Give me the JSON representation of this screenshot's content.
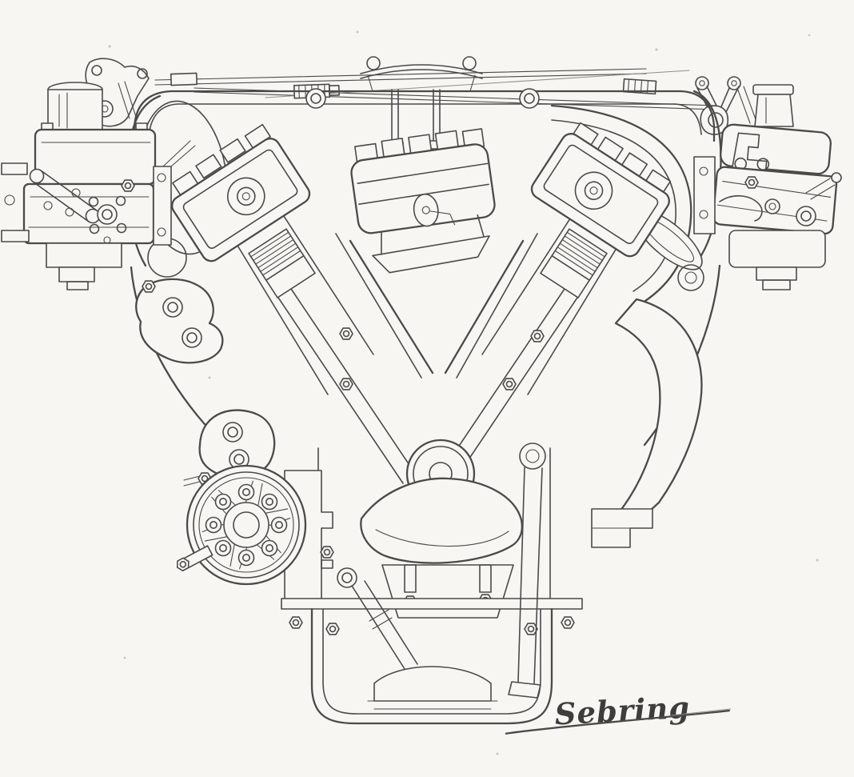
{
  "artwork": {
    "kind": "hand-drawn technical cutaway illustration",
    "subject": "V-type piston engine, front cross-section",
    "medium": "pencil and ink line drawing on paper"
  },
  "signature": {
    "text": "Sebring"
  },
  "palette": {
    "paper": "#f7f6f2",
    "ink": "#4a4a4a",
    "ink-light": "#908e89",
    "speck": "#c9c6c0"
  },
  "components": [
    "throttle-linkage-rods",
    "left-bellcrank",
    "right-bellcrank",
    "linkage-couplers",
    "intake-plenum-rail",
    "lifting-eyes",
    "plenum-grommets",
    "distributor-cap",
    "spark-plug-towers",
    "left-intake-runner",
    "right-intake-runner",
    "left-rocker-box",
    "right-rocker-box",
    "left-piston-with-rings",
    "right-piston-with-rings",
    "connecting-rods",
    "cylinder-banks",
    "camshaft-boss",
    "crankshaft-counterweight",
    "main-bearing-cap",
    "front-cover",
    "engine-mount-plate",
    "crankshaft-pulley",
    "pulley-bolt-circle",
    "fuel-pump-boss",
    "oil-pickup-tube",
    "oil-strainer",
    "oil-pan",
    "dipstick-bracket",
    "exhaust-downpipe",
    "exhaust-flange",
    "left-carburetor",
    "right-carburetor",
    "carburetor-air-horns",
    "hex-bolts"
  ]
}
